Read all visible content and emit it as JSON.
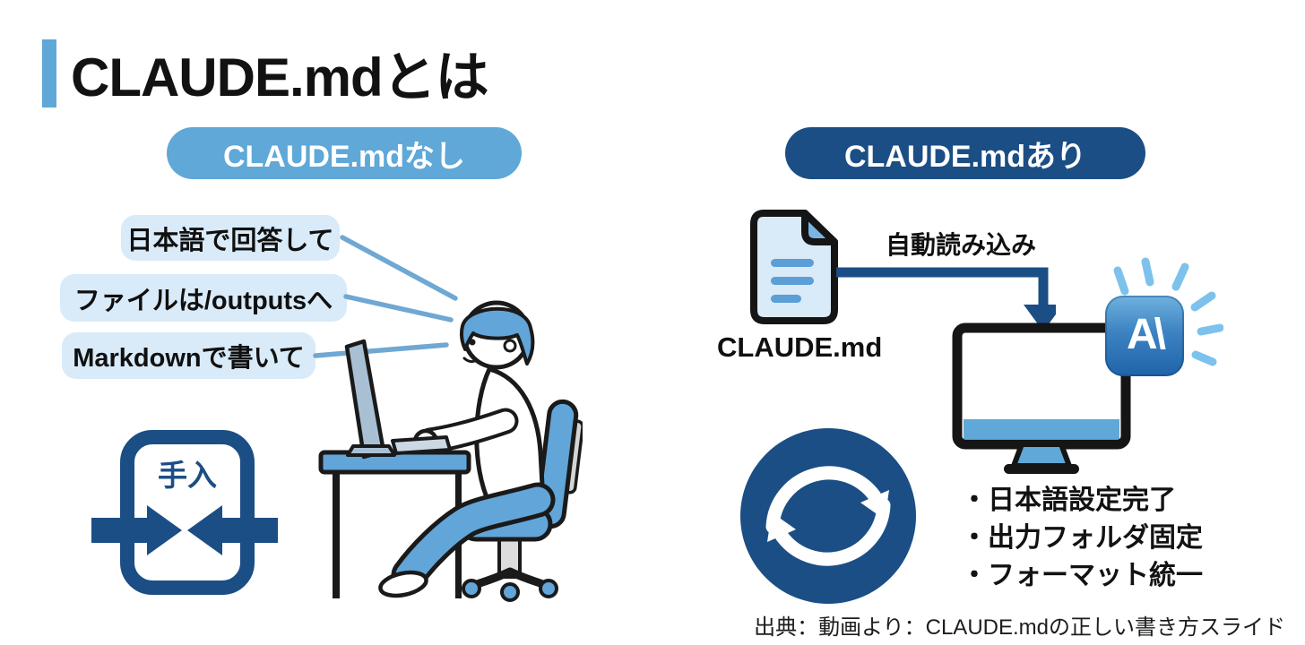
{
  "title": {
    "text": "CLAUDE.mdとは"
  },
  "left": {
    "header": "CLAUDE.mdなし",
    "bubbles": [
      "日本語で回答して",
      "ファイルは/outputsへ",
      "Markdownで書いて"
    ],
    "manual_icon_label": "手入"
  },
  "right": {
    "header": "CLAUDE.mdあり",
    "file_label": "CLAUDE.md",
    "arrow_label": "自動読み込み",
    "ai_glyph": "A\\",
    "bullets": [
      "・日本語設定完了",
      "・出力フォルダ固定",
      "・フォーマット統一"
    ]
  },
  "footer": {
    "source": "出典：動画より：CLAUDE.mdの正しい書き方スライド"
  },
  "colors": {
    "light_blue": "#5FA8D8",
    "dark_blue": "#1B4E85",
    "bubble_bg": "#D9EAF8",
    "line_blue": "#6FA8D2",
    "fill_blue": "#62A5D8",
    "ray_blue": "#7CC2EC"
  }
}
